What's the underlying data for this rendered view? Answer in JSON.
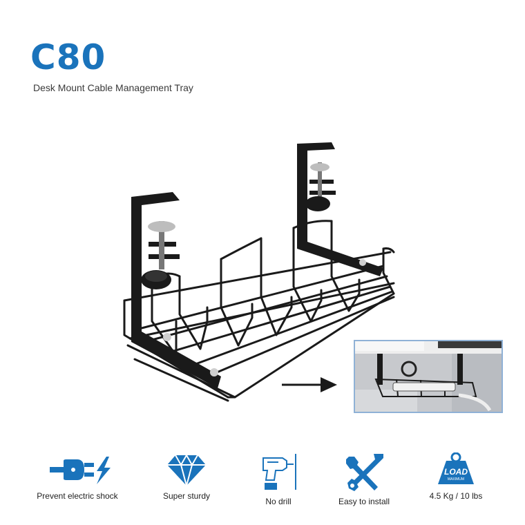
{
  "header": {
    "model": "C80",
    "subtitle": "Desk Mount Cable Management Tray"
  },
  "colors": {
    "brand_blue": "#1a73bb",
    "tray_black": "#1a1a1a"
  },
  "features": [
    {
      "icon": "electric-plug-icon",
      "label": "Prevent electric shock"
    },
    {
      "icon": "diamond-icon",
      "label": "Super sturdy"
    },
    {
      "icon": "drill-icon",
      "label": "No drill"
    },
    {
      "icon": "wrench-screwdriver-icon",
      "label": "Easy to install"
    },
    {
      "icon": "load-weight-icon",
      "label": "4.5 Kg / 10 lbs",
      "icon_text": "LOAD",
      "icon_subtext": "MAXIMUM"
    }
  ]
}
